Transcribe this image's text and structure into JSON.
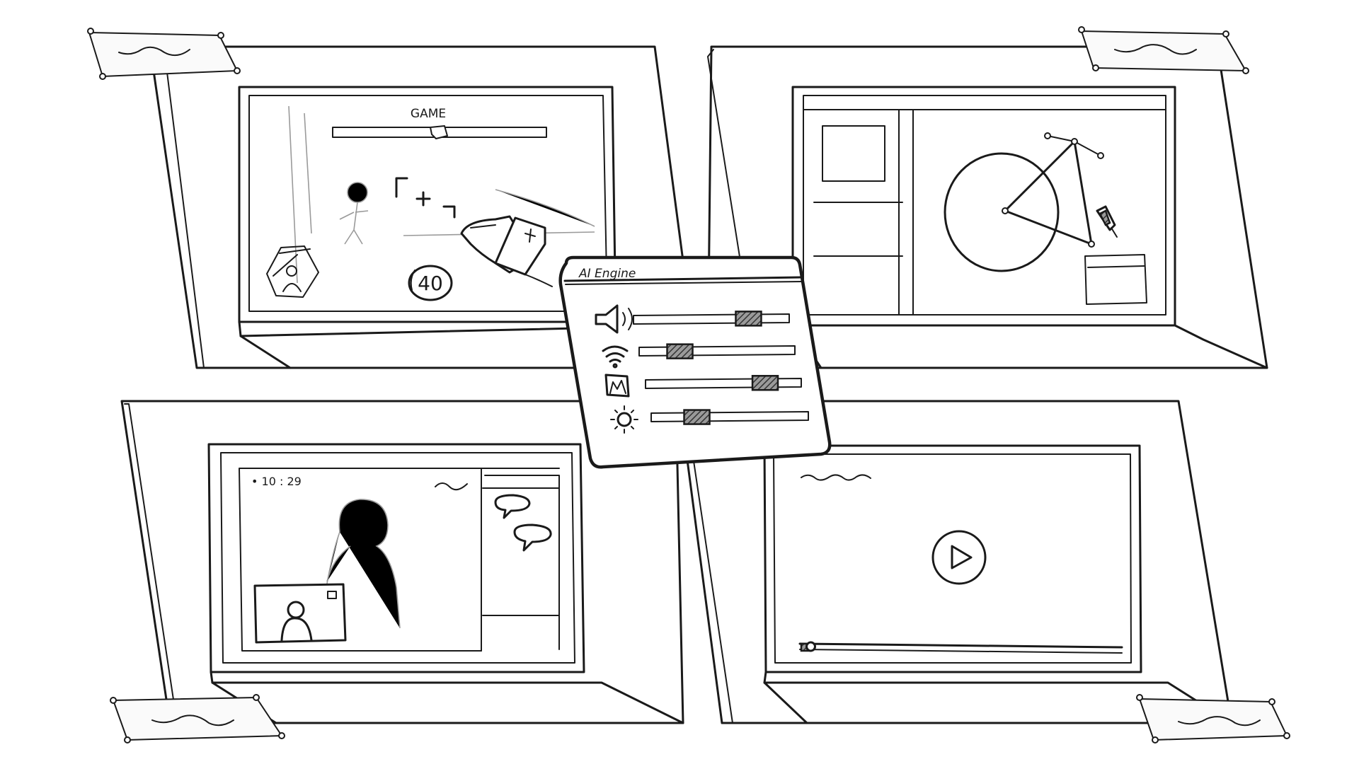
{
  "game_panel": {
    "title": "GAME",
    "counter": "40"
  },
  "call_panel": {
    "timestamp": "• 10 : 29"
  },
  "ai_engine": {
    "title": "AI Engine",
    "controls": [
      {
        "icon": "speaker-icon",
        "level": 0.82
      },
      {
        "icon": "wifi-icon",
        "level": 0.18
      },
      {
        "icon": "image-icon",
        "level": 0.86
      },
      {
        "icon": "brightness-icon",
        "level": 0.22
      }
    ]
  },
  "video_panel": {
    "progress": 0.03
  }
}
